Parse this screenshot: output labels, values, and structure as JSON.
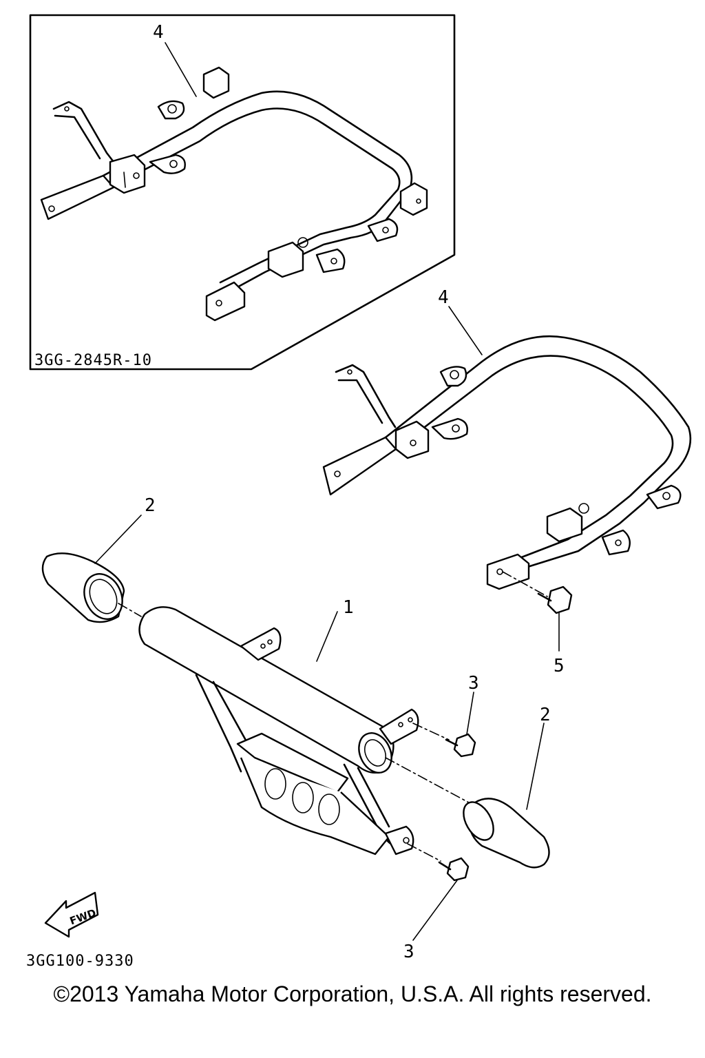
{
  "callouts": {
    "inset_frame": "4",
    "rear_frame": "4",
    "left_cap": "2",
    "right_cap": "2",
    "bumper": "1",
    "bolt_upper": "3",
    "bolt_lower": "3",
    "frame_bolt": "5"
  },
  "inset_part_number": "3GG-2845R-10",
  "diagram_code": "3GG100-9330",
  "fwd_label": "FWD",
  "copyright": "©2013 Yamaha Motor Corporation, U.S.A. All rights reserved."
}
